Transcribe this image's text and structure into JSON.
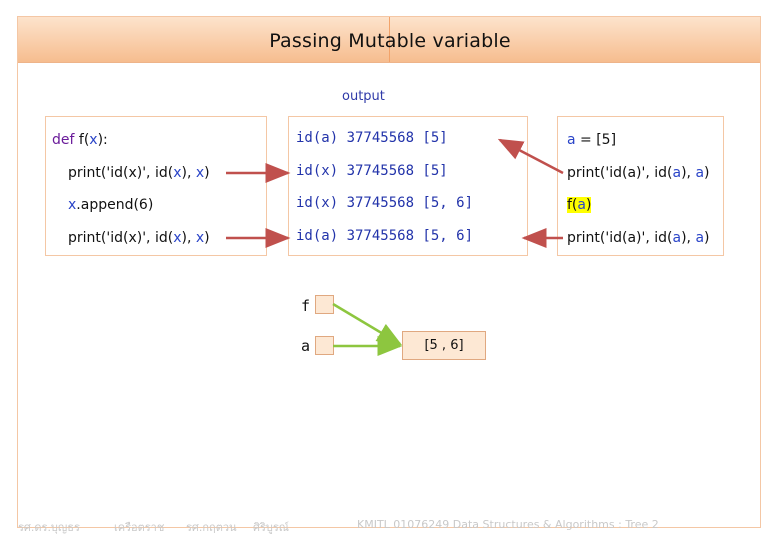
{
  "title": "Passing Mutable variable",
  "output_label": "output",
  "left_code": {
    "def_kw": "def",
    "def_name": " f(",
    "def_param": "x",
    "def_end": "):",
    "line2_a": "print('id(x)', id(",
    "line2_b": "x",
    "line2_c": "), ",
    "line2_d": "x",
    "line2_e": ")",
    "line3_a": "x",
    "line3_b": ".append(6)",
    "line4_a": "print('id(x)', id(",
    "line4_b": "x",
    "line4_c": "), ",
    "line4_d": "x",
    "line4_e": ")"
  },
  "output_lines": [
    "id(a) 37745568 [5]",
    "id(x) 37745568 [5]",
    "id(x) 37745568 [5, 6]",
    "id(a) 37745568 [5, 6]"
  ],
  "right_code": {
    "line1_a": "a",
    "line1_b": " = [5]",
    "line2_a": "print('id(a)', id(",
    "line2_b": "a",
    "line2_c": "), ",
    "line2_d": "a",
    "line2_e": ")",
    "line3_a": "f(",
    "line3_b": "a",
    "line3_c": ")",
    "line4_a": "print('id(a)', id(",
    "line4_b": "a",
    "line4_c": "), ",
    "line4_d": "a",
    "line4_e": ")"
  },
  "diagram": {
    "name_f": "f",
    "name_a": "a",
    "object_value": "[5 , 6]"
  },
  "footer": {
    "author1": "รศ.ดร.บุญธร",
    "author1_last": "เครือตราช",
    "author2": "รศ.กฤตวน",
    "author2_last": "ศิริบูรณ์",
    "course": "KMITL   01076249 Data Structures & Algorithms : Tree 2"
  },
  "colors": {
    "arrow_red": "#c0504d",
    "arrow_green": "#8dc63f",
    "highlight": "#ffff00"
  }
}
